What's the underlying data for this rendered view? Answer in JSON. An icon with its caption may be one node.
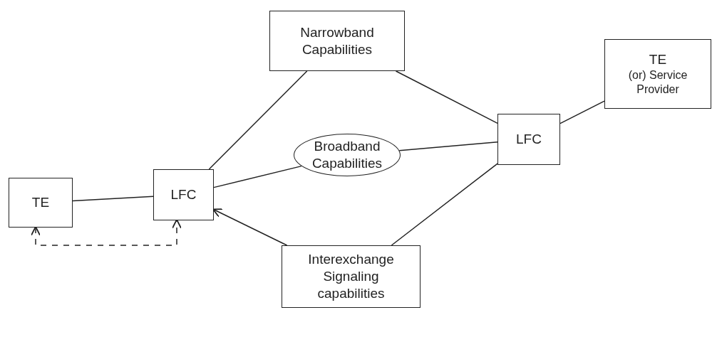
{
  "diagram": {
    "nodes": [
      {
        "text": [
          "TE"
        ]
      },
      {
        "text": [
          "LFC"
        ]
      },
      {
        "text": [
          "Narrowband Capabilities"
        ]
      },
      {
        "text": [
          "Broadband Capabilities"
        ]
      },
      {
        "text": [
          "Interexchange Signaling capabilities"
        ]
      },
      {
        "text": [
          "LFC"
        ]
      },
      {
        "text": [
          "TE",
          "(or) Service Provider"
        ]
      }
    ],
    "edges": [
      {
        "from": 0,
        "to": 1,
        "arrow": "none"
      },
      {
        "from": 1,
        "to": 2,
        "arrow": "none"
      },
      {
        "from": 1,
        "to": 3,
        "arrow": "none"
      },
      {
        "from": 4,
        "to": 1,
        "arrow": "to"
      },
      {
        "from": 0,
        "to": 1,
        "arrow": "both",
        "style": "dashed"
      },
      {
        "from": 2,
        "to": 5,
        "arrow": "none"
      },
      {
        "from": 3,
        "to": 5,
        "arrow": "none"
      },
      {
        "from": 4,
        "to": 5,
        "arrow": "none"
      },
      {
        "from": 5,
        "to": 6,
        "arrow": "none"
      }
    ]
  }
}
